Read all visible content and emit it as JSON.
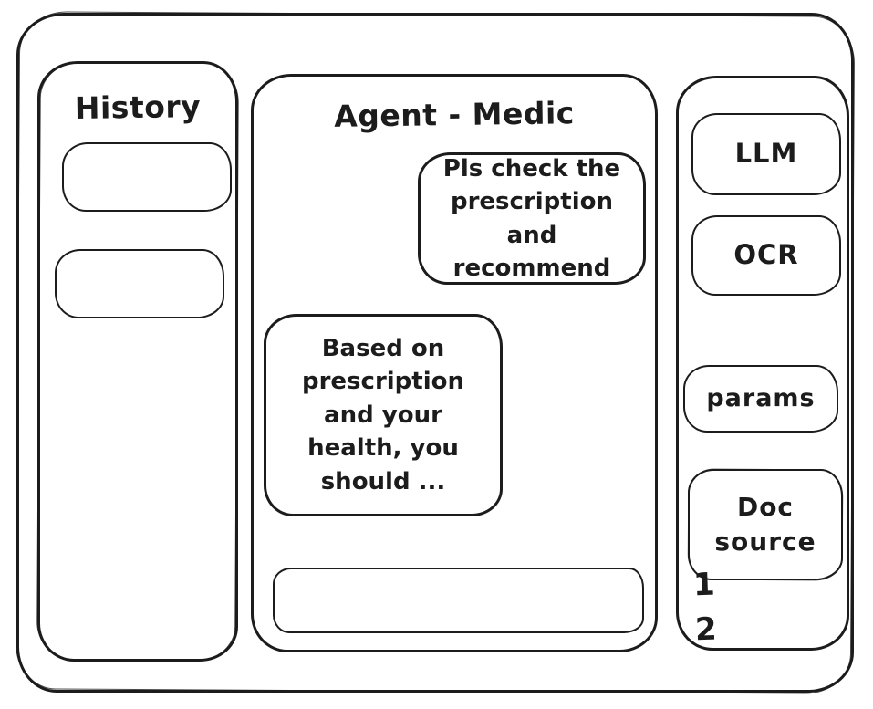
{
  "history": {
    "title": "History",
    "items": [
      {
        "label": ""
      },
      {
        "label": ""
      }
    ]
  },
  "chat": {
    "title": "Agent - Medic",
    "messages": [
      {
        "role": "user",
        "text": "Pls check the\nprescription\nand recommend"
      },
      {
        "role": "agent",
        "text": "Based on\nprescription\nand your\nhealth, you\nshould ..."
      }
    ],
    "input_value": ""
  },
  "tools": {
    "buttons": [
      {
        "label": "LLM"
      },
      {
        "label": "OCR"
      },
      {
        "label": "params"
      },
      {
        "label": "Doc\nsource"
      }
    ],
    "doc_items": [
      "1",
      "2"
    ]
  },
  "colors": {
    "ink": "#1c1c1c",
    "background": "#ffffff"
  }
}
